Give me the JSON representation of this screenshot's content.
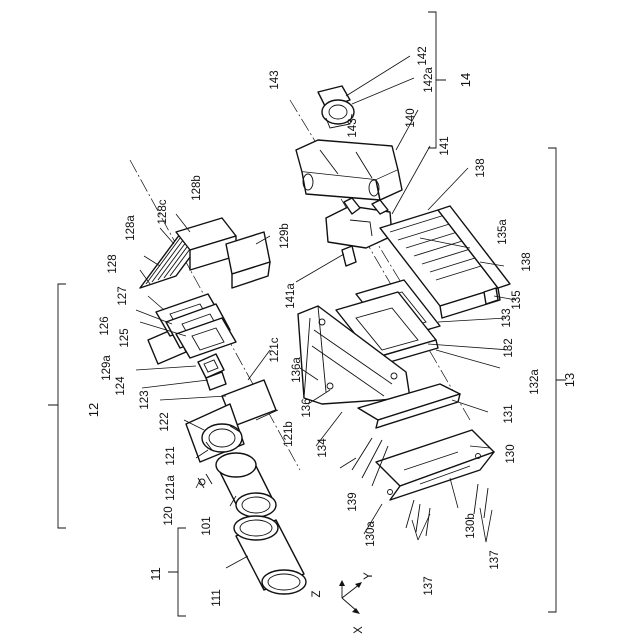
{
  "labels": [
    {
      "id": "l142",
      "text": "142"
    },
    {
      "id": "l142a",
      "text": "142a"
    },
    {
      "id": "l14",
      "text": "14"
    },
    {
      "id": "l143a",
      "text": "143"
    },
    {
      "id": "l143b",
      "text": "143"
    },
    {
      "id": "l140",
      "text": "140"
    },
    {
      "id": "l141",
      "text": "141"
    },
    {
      "id": "l138a",
      "text": "138"
    },
    {
      "id": "l138b",
      "text": "138"
    },
    {
      "id": "l135a",
      "text": "135a"
    },
    {
      "id": "l135",
      "text": "135"
    },
    {
      "id": "l133",
      "text": "133"
    },
    {
      "id": "l132",
      "text": "132"
    },
    {
      "id": "l132a",
      "text": "132a"
    },
    {
      "id": "l13",
      "text": "13"
    },
    {
      "id": "l131",
      "text": "131"
    },
    {
      "id": "l130",
      "text": "130"
    },
    {
      "id": "l130a",
      "text": "130a"
    },
    {
      "id": "l130b",
      "text": "130b"
    },
    {
      "id": "l137a",
      "text": "137"
    },
    {
      "id": "l137b",
      "text": "137"
    },
    {
      "id": "l139",
      "text": "139"
    },
    {
      "id": "l134",
      "text": "134"
    },
    {
      "id": "l136",
      "text": "136"
    },
    {
      "id": "l136a",
      "text": "136a"
    },
    {
      "id": "l141a",
      "text": "141a"
    },
    {
      "id": "l128c",
      "text": "128c"
    },
    {
      "id": "l128b",
      "text": "128b"
    },
    {
      "id": "l128a",
      "text": "128a"
    },
    {
      "id": "l128",
      "text": "128"
    },
    {
      "id": "l127",
      "text": "127"
    },
    {
      "id": "l126",
      "text": "126"
    },
    {
      "id": "l125",
      "text": "125"
    },
    {
      "id": "l129a",
      "text": "129a"
    },
    {
      "id": "l129b",
      "text": "129b"
    },
    {
      "id": "l124",
      "text": "124"
    },
    {
      "id": "l123",
      "text": "123"
    },
    {
      "id": "l122",
      "text": "122"
    },
    {
      "id": "l121",
      "text": "121"
    },
    {
      "id": "l121a",
      "text": "121a"
    },
    {
      "id": "l121b",
      "text": "121b"
    },
    {
      "id": "l121c",
      "text": "121c"
    },
    {
      "id": "l120",
      "text": "120"
    },
    {
      "id": "l101",
      "text": "101"
    },
    {
      "id": "l111",
      "text": "111"
    },
    {
      "id": "l12",
      "text": "12"
    },
    {
      "id": "l11",
      "text": "11"
    },
    {
      "id": "axZ",
      "text": "Z"
    },
    {
      "id": "axY",
      "text": "Y"
    },
    {
      "id": "axX",
      "text": "X"
    }
  ]
}
